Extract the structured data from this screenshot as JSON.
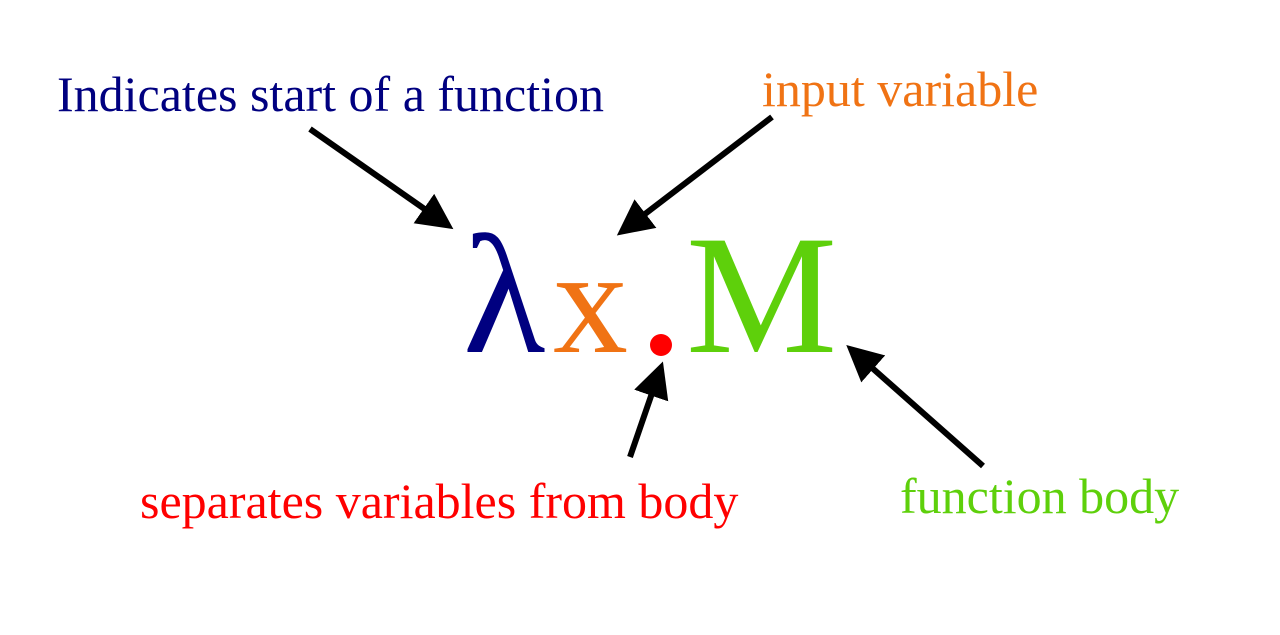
{
  "expression": {
    "lambda": "λ",
    "variable": "x",
    "separator": ".",
    "body": "M"
  },
  "annotations": {
    "start": "Indicates start of a function",
    "input": "input variable",
    "separator": "separates variables from body",
    "body": "function body"
  },
  "colors": {
    "lambda": "#000080",
    "variable": "#f07314",
    "separator": "#ff0000",
    "body": "#5ed00b",
    "arrow": "#000000"
  }
}
